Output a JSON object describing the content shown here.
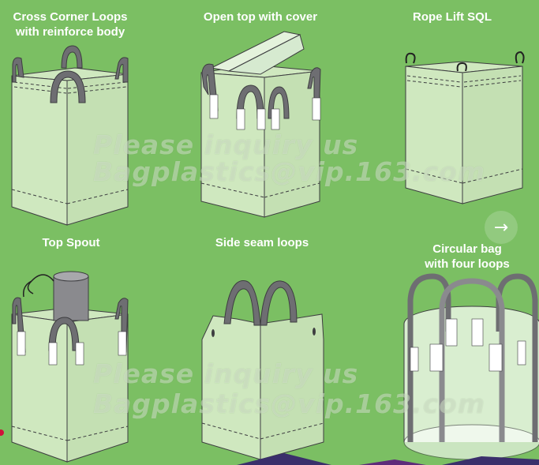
{
  "products": [
    {
      "label": "Cross Corner Loops\nwith reinforce body"
    },
    {
      "label": "Open top with cover"
    },
    {
      "label": "Rope Lift SQL"
    },
    {
      "label": "Top Spout"
    },
    {
      "label": "Side seam loops"
    },
    {
      "label": "Circular bag\nwith four loops"
    }
  ],
  "watermark": {
    "line1": "Please inquiry us",
    "line2": "Bagplastics@vip.163.com"
  },
  "nav": {
    "next_icon": "arrow-right-icon",
    "next_glyph": "→"
  },
  "colors": {
    "background": "#7bbf63",
    "bag_fill": "#cfe8bf",
    "loop": "#6e6e72",
    "outline": "#3d3d40"
  }
}
